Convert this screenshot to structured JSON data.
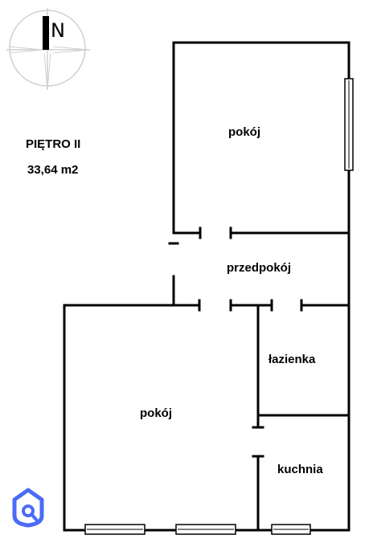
{
  "compass": {
    "letter": "N",
    "icon": "compass-rose-icon"
  },
  "plan": {
    "floor_label": "PIĘTRO II",
    "area_label": "33,64 m2"
  },
  "rooms": [
    {
      "name": "pokoj-top",
      "label": "pokój"
    },
    {
      "name": "przedpokoj",
      "label": "przedpokój"
    },
    {
      "name": "lazienka",
      "label": "łazienka"
    },
    {
      "name": "pokoj-bottom",
      "label": "pokój"
    },
    {
      "name": "kuchnia",
      "label": "kuchnia"
    }
  ],
  "logo": {
    "icon": "house-pin-logo-icon",
    "color": "#4a6cf7"
  },
  "colors": {
    "wall": "#000000",
    "background": "#ffffff",
    "compass_line": "#d0d0d0"
  }
}
